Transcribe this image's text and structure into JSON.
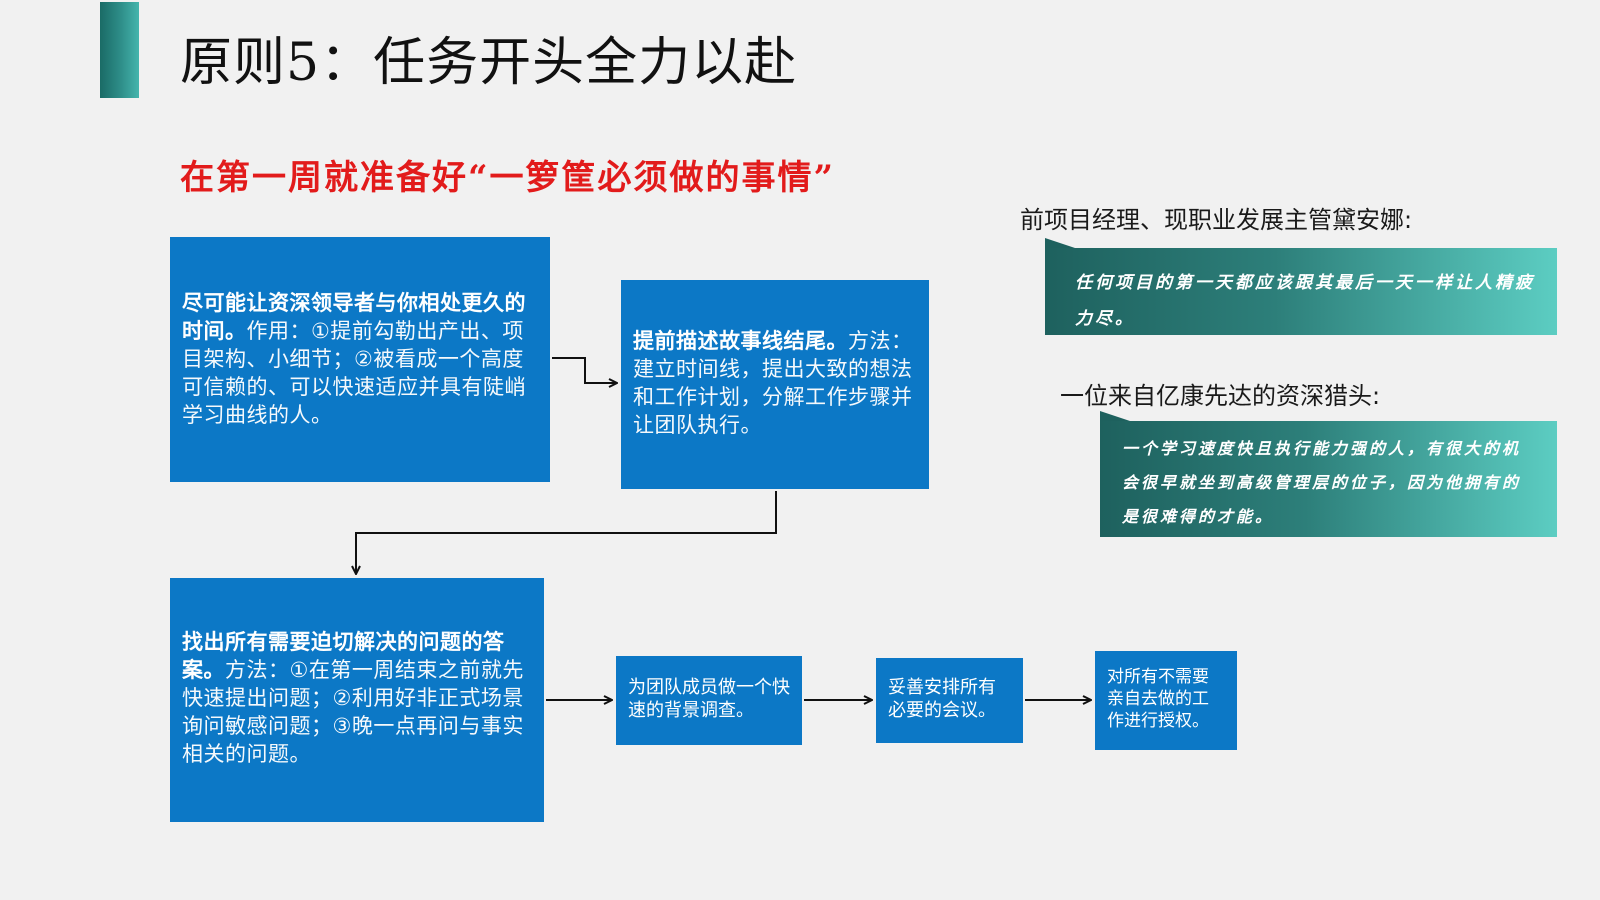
{
  "slide": {
    "title": "原则5：任务开头全力以赴",
    "subtitle": "在第一周就准备好“一箩筐必须做的事情”"
  },
  "flow": {
    "box1": {
      "bold": "尽可能让资深领导者与你相处更久的时间。",
      "light": "作用：①提前勾勒出产出、项目架构、小细节；②被看成一个高度可信赖的、可以快速适应并具有陡峭学习曲线的人。"
    },
    "box2": {
      "bold": "提前描述故事线结尾。",
      "light": "方法：建立时间线，提出大致的想法和工作计划，分解工作步骤并让团队执行。"
    },
    "box3": {
      "bold": "找出所有需要迫切解决的问题的答案。",
      "light": "方法：①在第一周结束之前就先快速提出问题；②利用好非正式场景询问敏感问题；③晚一点再问与事实相关的问题。"
    },
    "box4": {
      "text": "为团队成员做一个快速的背景调查。"
    },
    "box5": {
      "text": "妥善安排所有必要的会议。"
    },
    "box6": {
      "text": "对所有不需要亲自去做的工作进行授权。"
    }
  },
  "quotes": [
    {
      "speaker": "前项目经理、现职业发展主管黛安娜:",
      "text": "任何项目的第一天都应该跟其最后一天一样让人精疲力尽。"
    },
    {
      "speaker": "一位来自亿康先达的资深猎头:",
      "text": "一个学习速度快且执行能力强的人，有很大的机会很早就坐到高级管理层的位子，因为他拥有的是很难得的才能。"
    }
  ],
  "colors": {
    "box_blue": "#0c78c6",
    "subtitle_red": "#e21b1b",
    "quote_teal_dark": "#1e615e",
    "quote_teal_light": "#5ccdc2"
  }
}
